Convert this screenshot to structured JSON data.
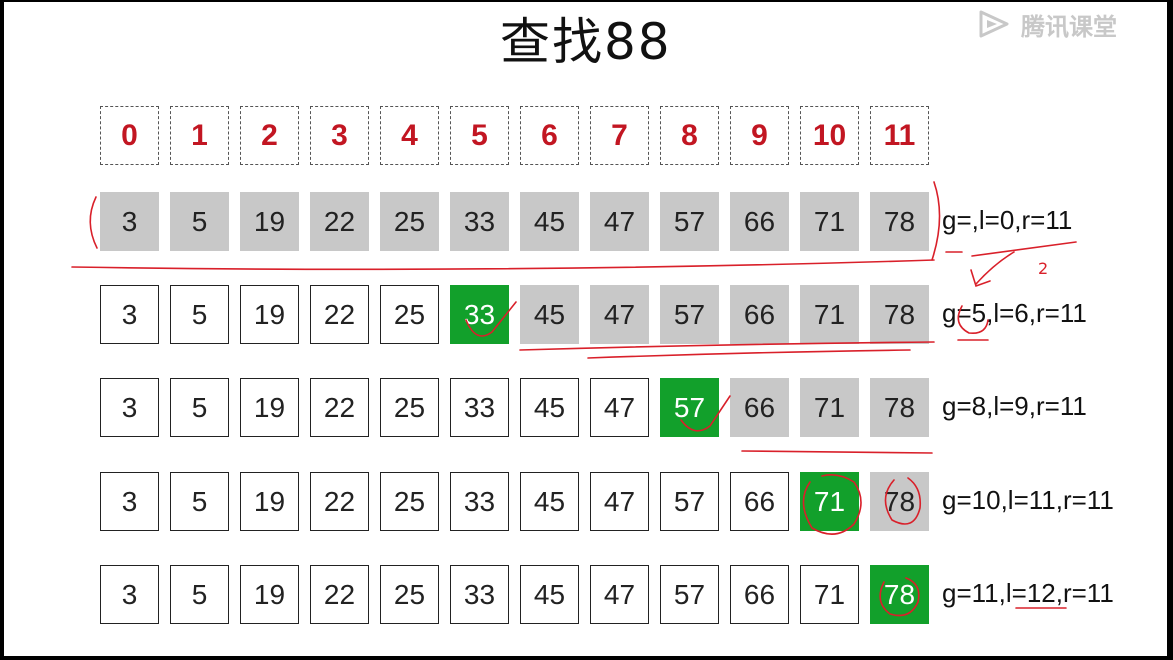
{
  "title": "查找88",
  "watermark": "腾讯课堂",
  "indices": [
    "0",
    "1",
    "2",
    "3",
    "4",
    "5",
    "6",
    "7",
    "8",
    "9",
    "10",
    "11"
  ],
  "values": [
    "3",
    "5",
    "19",
    "22",
    "25",
    "33",
    "45",
    "47",
    "57",
    "66",
    "71",
    "78"
  ],
  "steps": [
    {
      "state": "g=,l=0,r=11",
      "gray": [
        0,
        1,
        2,
        3,
        4,
        5,
        6,
        7,
        8,
        9,
        10,
        11
      ],
      "green": []
    },
    {
      "state": "g=5,l=6,r=11",
      "gray": [
        6,
        7,
        8,
        9,
        10,
        11
      ],
      "green": [
        5
      ]
    },
    {
      "state": "g=8,l=9,r=11",
      "gray": [
        9,
        10,
        11
      ],
      "green": [
        8
      ]
    },
    {
      "state": "g=10,l=11,r=11",
      "gray": [
        11
      ],
      "green": [
        10
      ]
    },
    {
      "state": "g=11,l=12,r=11",
      "gray": [],
      "green": [
        11
      ]
    }
  ],
  "annotations": {
    "handwritten_note": "2"
  },
  "colors": {
    "index_red": "#c21622",
    "gray": "#c8c8c8",
    "green": "#12a02b",
    "ink": "#d9202a"
  }
}
